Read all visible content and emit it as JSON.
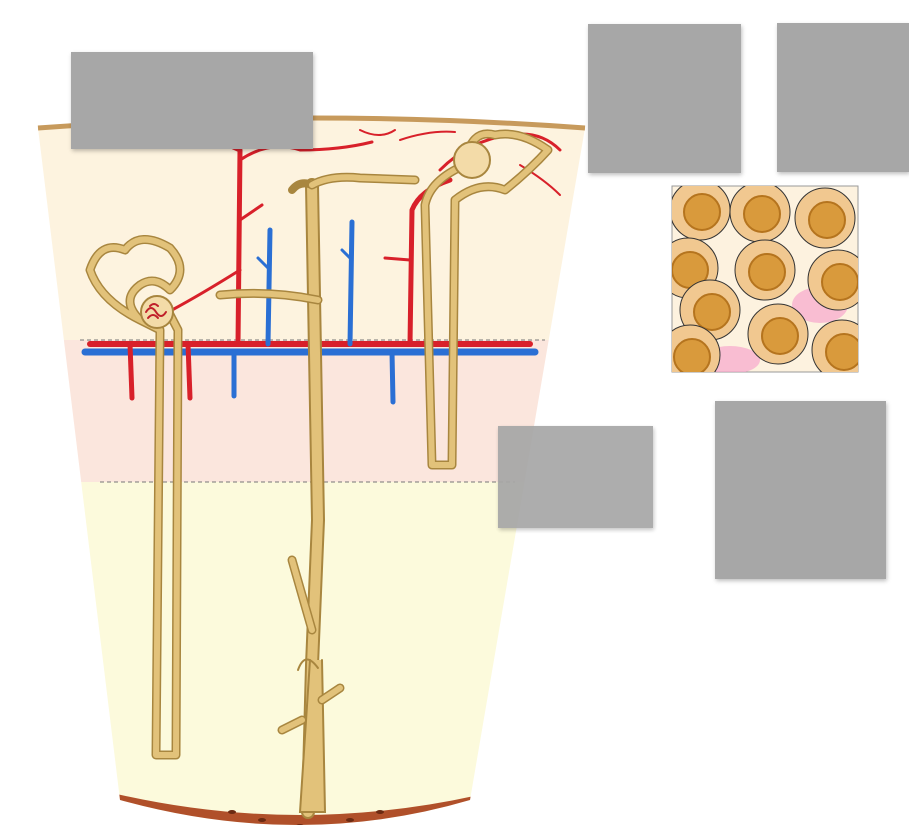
{
  "figure": {
    "title": "",
    "background": "#ffffff",
    "colors": {
      "tubule": "#e2c27a",
      "tubule_outline": "#a8863f",
      "artery": "#d8202a",
      "vein": "#2a6fd4",
      "cortex": "#fdf3df",
      "outer_medulla": "#fbe6dd",
      "inner_medulla": "#fcfadc",
      "papilla": "#b0502a",
      "label_mask": "#a7a7a7"
    },
    "regions": [
      "renal-capsule",
      "cortex",
      "outer-medulla",
      "inner-medulla",
      "renal-papilla"
    ],
    "structures": [
      "juxtamedullary-nephron",
      "cortical-nephron",
      "glomerulus",
      "collecting-duct",
      "arcuate-artery",
      "arcuate-vein",
      "interlobular-artery",
      "interlobular-vein",
      "afferent-arteriole",
      "loop-of-henle",
      "papillary-duct"
    ],
    "label_masks": 5,
    "inset": {
      "subject": "tubule-cells-cross-section",
      "cell_count": 10
    }
  }
}
